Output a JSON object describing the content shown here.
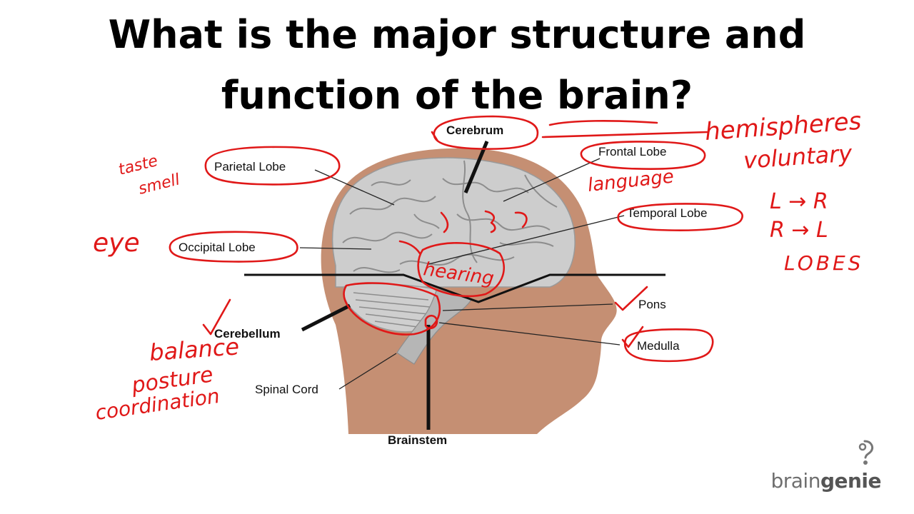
{
  "title": {
    "line1": "What is the major structure and",
    "line2": "function of the brain?"
  },
  "labels": {
    "cerebrum": "Cerebrum",
    "frontal_lobe": "Frontal Lobe",
    "parietal_lobe": "Parietal Lobe",
    "temporal_lobe": "Temporal Lobe",
    "occipital_lobe": "Occipital Lobe",
    "pons": "Pons",
    "cerebellum": "Cerebellum",
    "medulla": "Medulla",
    "spinal_cord": "Spinal Cord",
    "brainstem": "Brainstem"
  },
  "annotations": {
    "taste": "taste",
    "smell": "smell",
    "eye": "eye",
    "hemispheres": "hemispheres",
    "voluntary": "voluntary",
    "language": "language",
    "l_to_r": "L → R",
    "r_to_l": "R → L",
    "lobes": "LOBES",
    "hearing": "hearing",
    "balance": "balance",
    "posture": "posture",
    "coordination": "coordination"
  },
  "logo": {
    "brain": "brain",
    "genie": "genie"
  },
  "colors": {
    "head": "#c58f73",
    "brain": "#c9c9c9",
    "ink": "#e01818"
  }
}
